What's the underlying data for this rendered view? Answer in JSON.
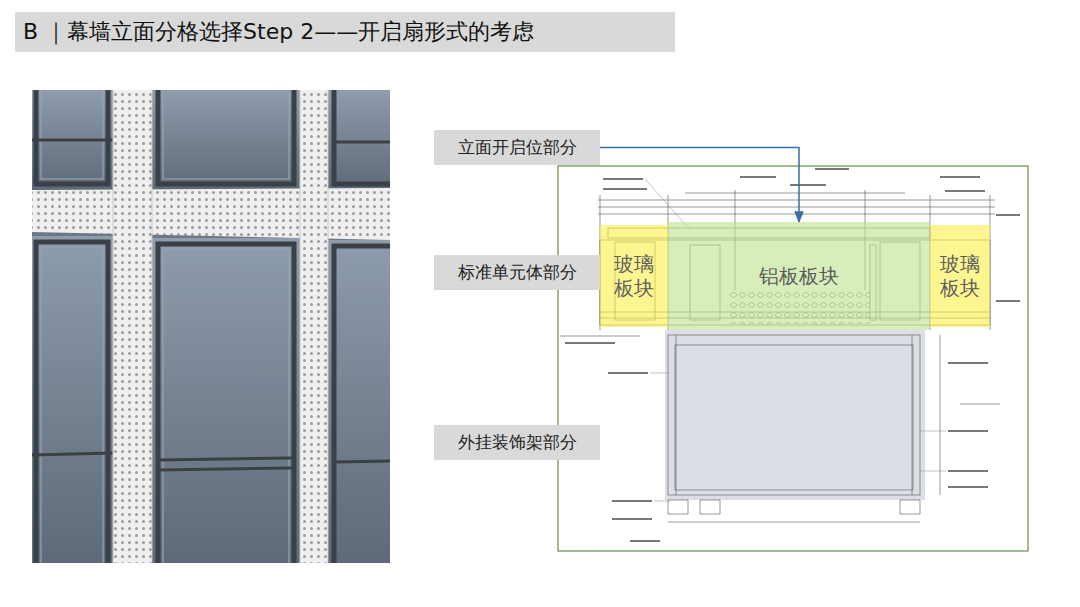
{
  "diagram": {
    "title": "B ｜幕墙立面分格选择Step 2——开启扇形式的考虑",
    "nodes": [
      {
        "text": [
          "立面开启位部分"
        ]
      },
      {
        "text": [
          "标准单元体部分"
        ]
      },
      {
        "text": [
          "玻璃板块"
        ]
      },
      {
        "text": [
          "铝板板块"
        ]
      },
      {
        "text": [
          "玻璃板块"
        ]
      },
      {
        "text": [
          "外挂装饰架部分"
        ]
      }
    ],
    "edges": [
      {
        "from": 0,
        "to": 3,
        "arrow": "to"
      }
    ]
  }
}
